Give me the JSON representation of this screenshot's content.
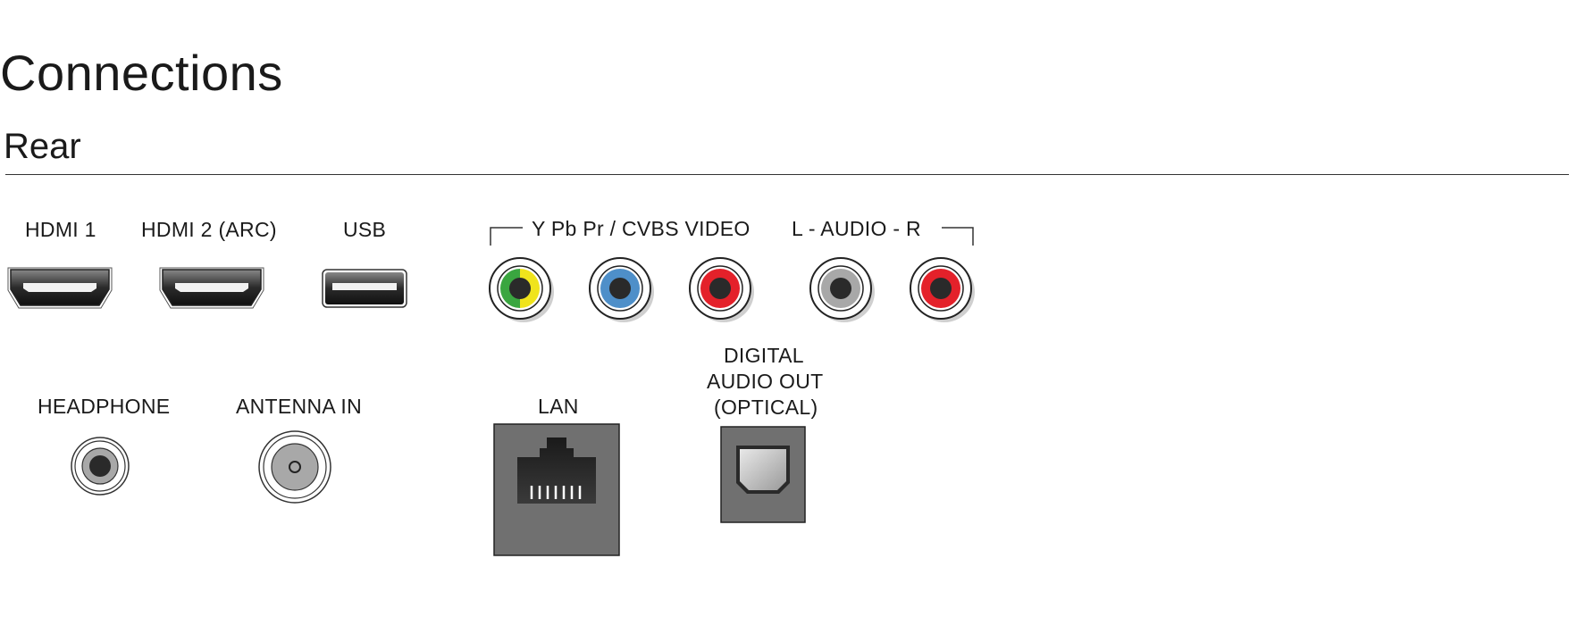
{
  "title": "Connections",
  "subtitle": "Rear",
  "labels": {
    "hdmi1": "HDMI 1",
    "hdmi2": "HDMI 2 (ARC)",
    "usb": "USB",
    "component_group": "Y Pb Pr / CVBS VIDEO",
    "audio_group": "L - AUDIO - R",
    "headphone": "HEADPHONE",
    "antenna": "ANTENNA IN",
    "lan": "LAN",
    "optical_line1": "DIGITAL",
    "optical_line2": "AUDIO OUT",
    "optical_line3": "(OPTICAL)"
  },
  "colors": {
    "rca_green": "#3aa640",
    "rca_yellow": "#f0e41c",
    "rca_blue": "#4e8fc9",
    "rca_red": "#e4212a",
    "rca_white": "#a8a8a8",
    "jack_dark": "#2a2a2a",
    "panel_gray": "#707070"
  },
  "icons": [
    "hdmi-port-icon",
    "usb-port-icon",
    "rca-jack-icon",
    "headphone-jack-icon",
    "coax-antenna-icon",
    "rj45-lan-icon",
    "toslink-optical-icon"
  ]
}
